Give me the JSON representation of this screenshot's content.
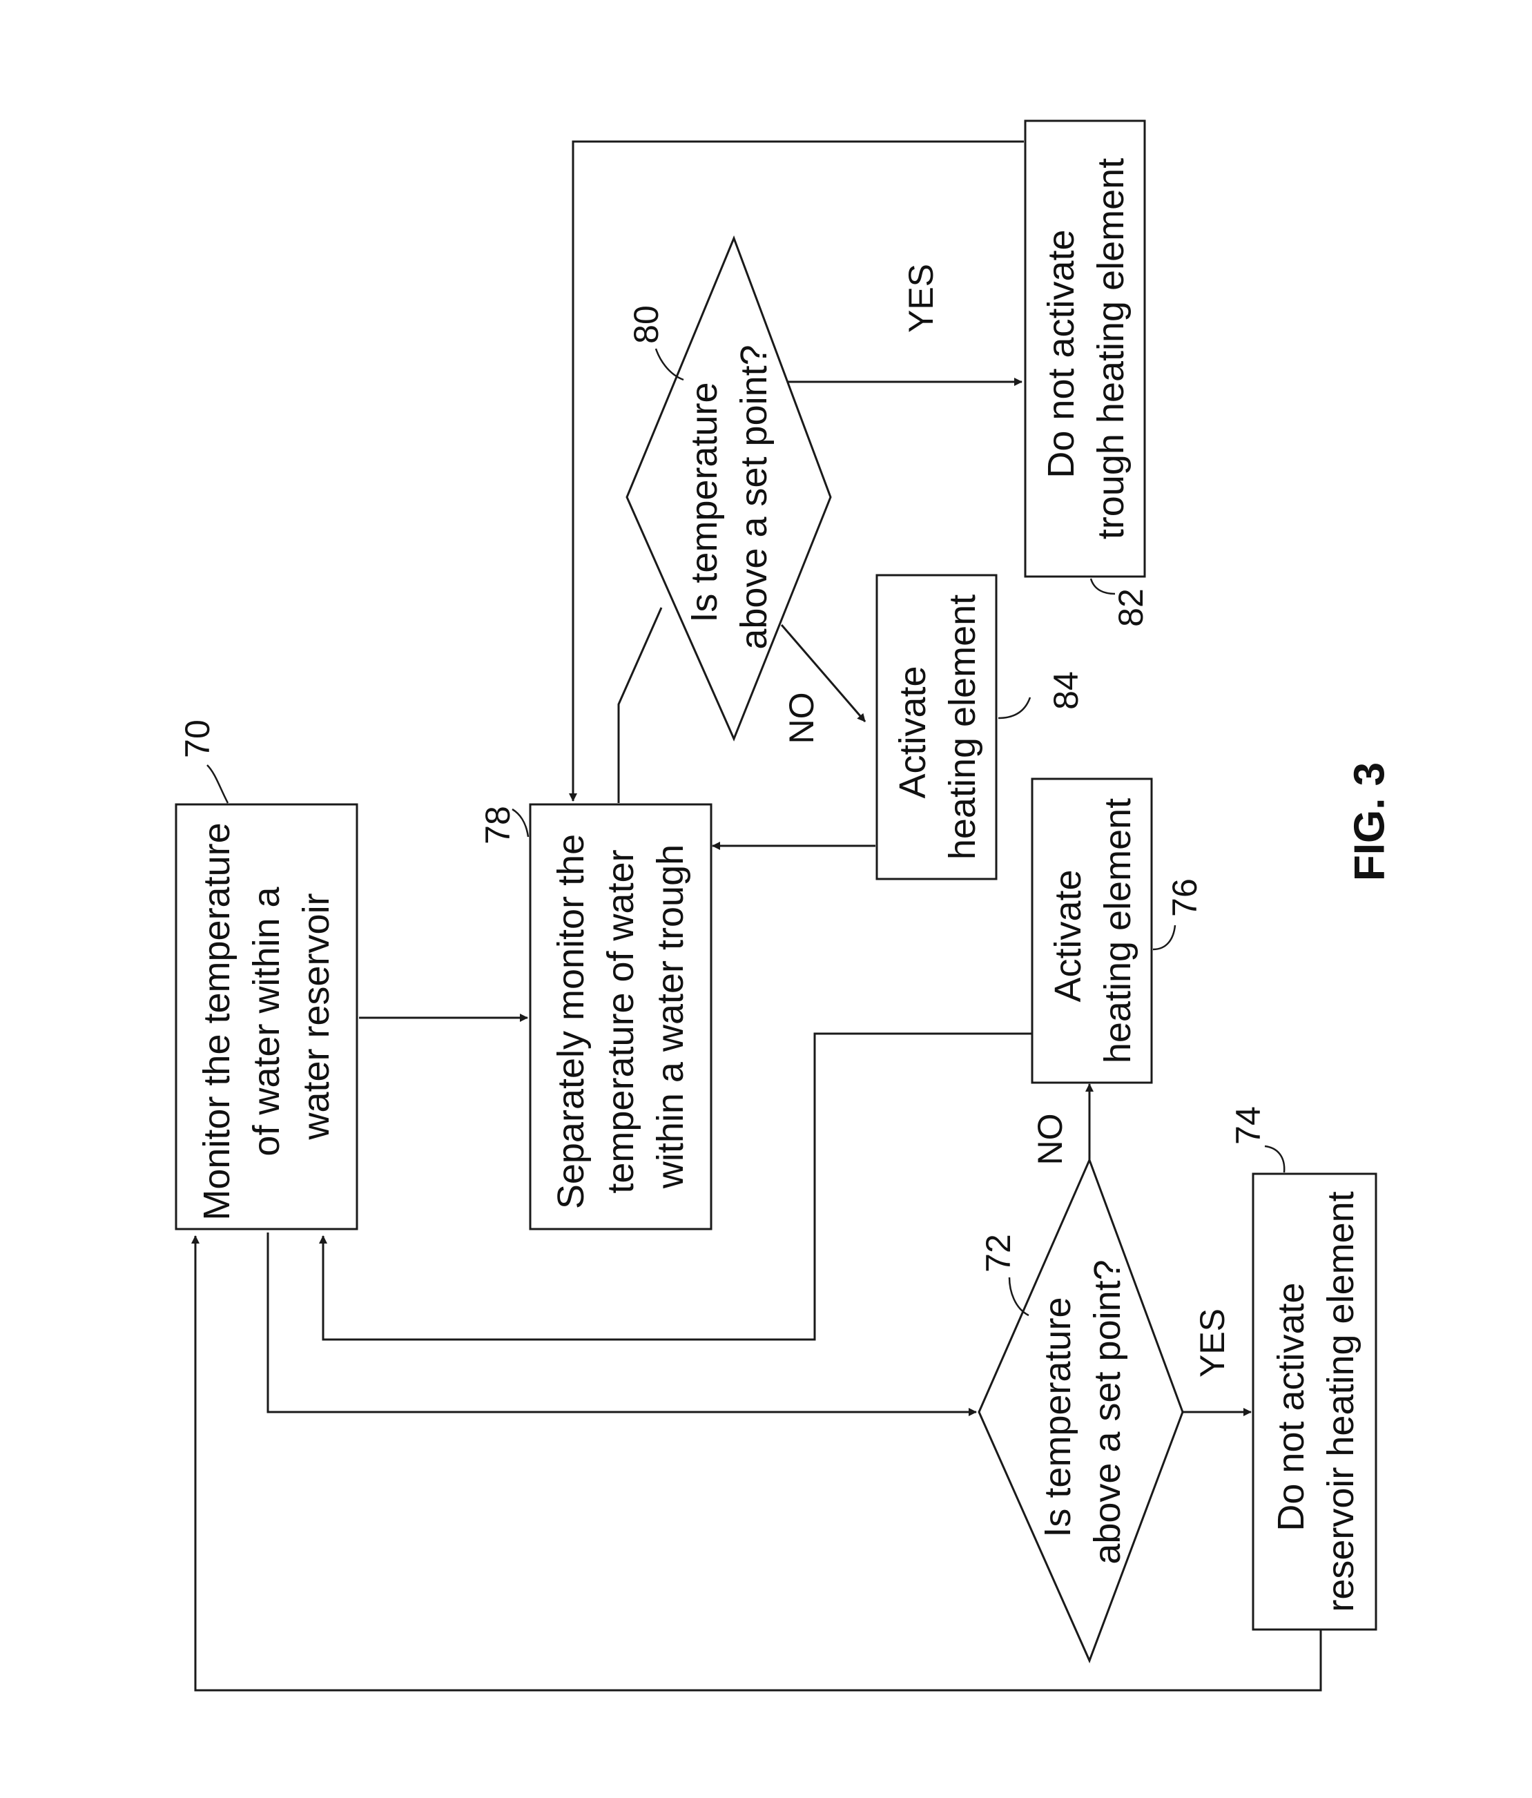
{
  "figure_label": "FIG. 3",
  "nodes": {
    "n70": {
      "ref": "70",
      "lines": [
        "Monitor the temperature",
        "of water within a",
        "water reservoir"
      ]
    },
    "n72": {
      "ref": "72",
      "lines": [
        "Is temperature",
        "above a set point?"
      ]
    },
    "n74": {
      "ref": "74",
      "lines": [
        "Do not activate",
        "reservoir heating element"
      ]
    },
    "n76": {
      "ref": "76",
      "lines": [
        "Activate",
        "heating element"
      ]
    },
    "n78": {
      "ref": "78",
      "lines": [
        "Separately monitor the",
        "temperature of water",
        "within a water trough"
      ]
    },
    "n80": {
      "ref": "80",
      "lines": [
        "Is temperature",
        "above a set point?"
      ]
    },
    "n82": {
      "ref": "82",
      "lines": [
        "Do not activate",
        "trough heating element"
      ]
    },
    "n84": {
      "ref": "84",
      "lines": [
        "Activate",
        "heating element"
      ]
    }
  },
  "branch_labels": {
    "yes_72": "YES",
    "no_72": "NO",
    "yes_80": "YES",
    "no_80": "NO"
  }
}
